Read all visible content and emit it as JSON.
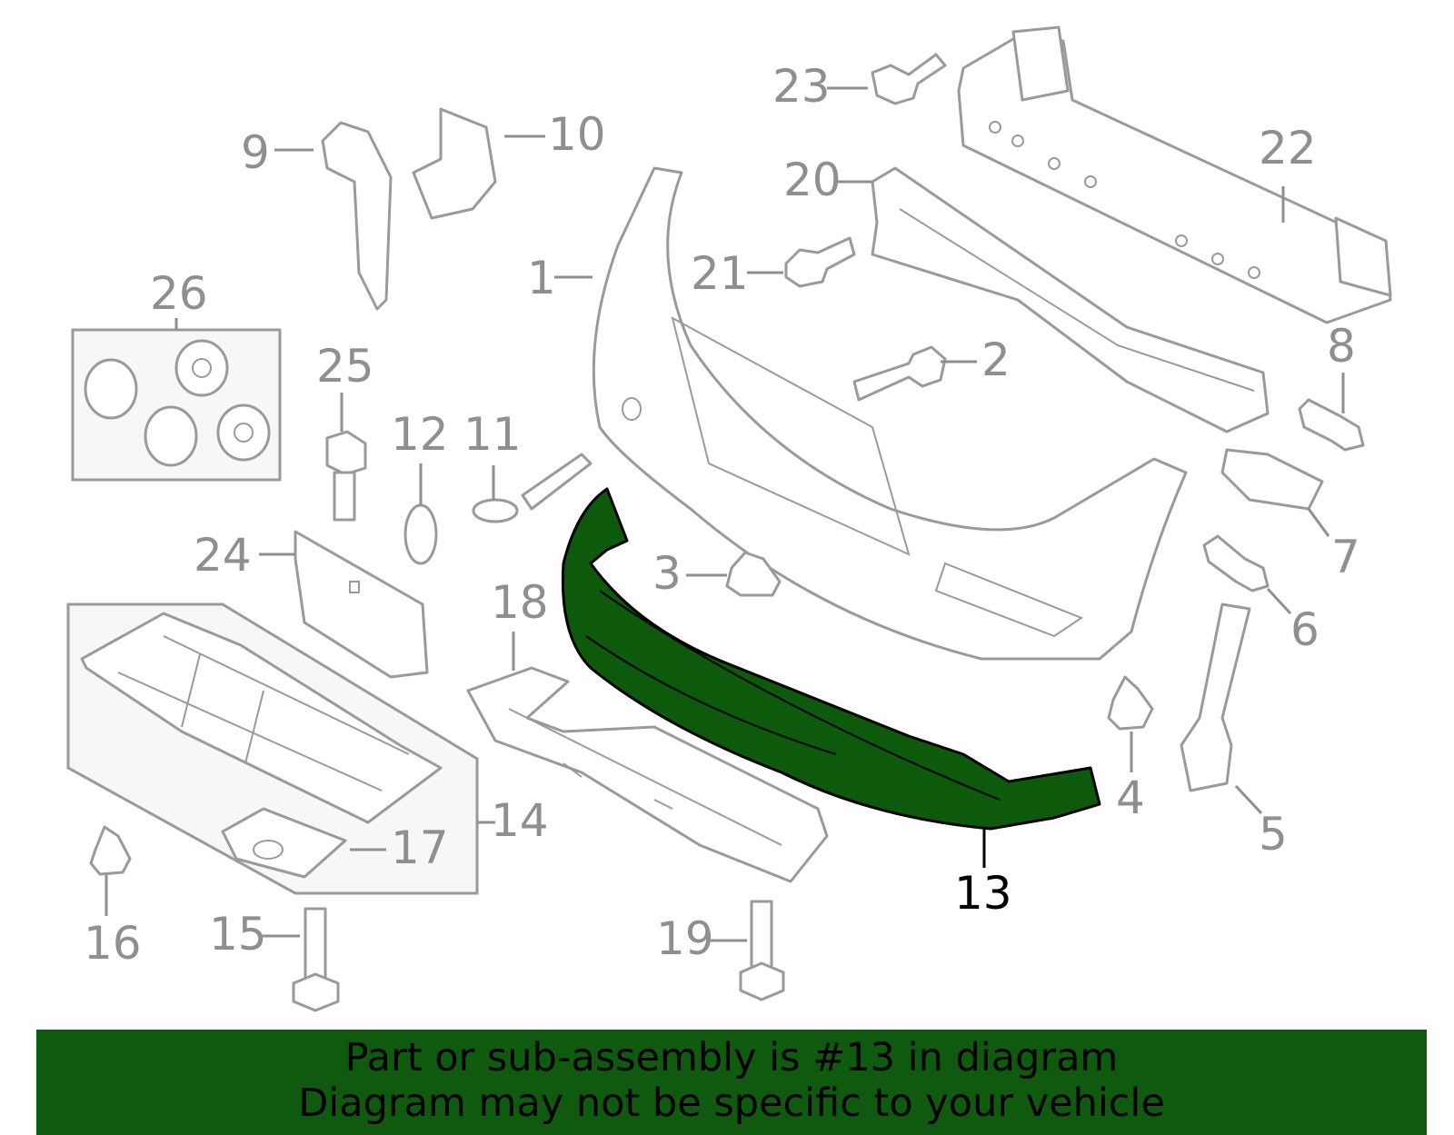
{
  "callouts": {
    "c1": "1",
    "c2": "2",
    "c3": "3",
    "c4": "4",
    "c5": "5",
    "c6": "6",
    "c7": "7",
    "c8": "8",
    "c9": "9",
    "c10": "10",
    "c11": "11",
    "c12": "12",
    "c13": "13",
    "c14": "14",
    "c15": "15",
    "c16": "16",
    "c17": "17",
    "c18": "18",
    "c19": "19",
    "c20": "20",
    "c21": "21",
    "c22": "22",
    "c23": "23",
    "c24": "24",
    "c25": "25",
    "c26": "26"
  },
  "highlighted_part": "13",
  "colors": {
    "highlight": "#0d5a0d",
    "banner": "#0f5a0f",
    "outline": "#9a9a9a"
  },
  "banner": {
    "line1": "Part or sub-assembly is #13 in diagram",
    "line2": "Diagram may not be specific to your vehicle"
  }
}
